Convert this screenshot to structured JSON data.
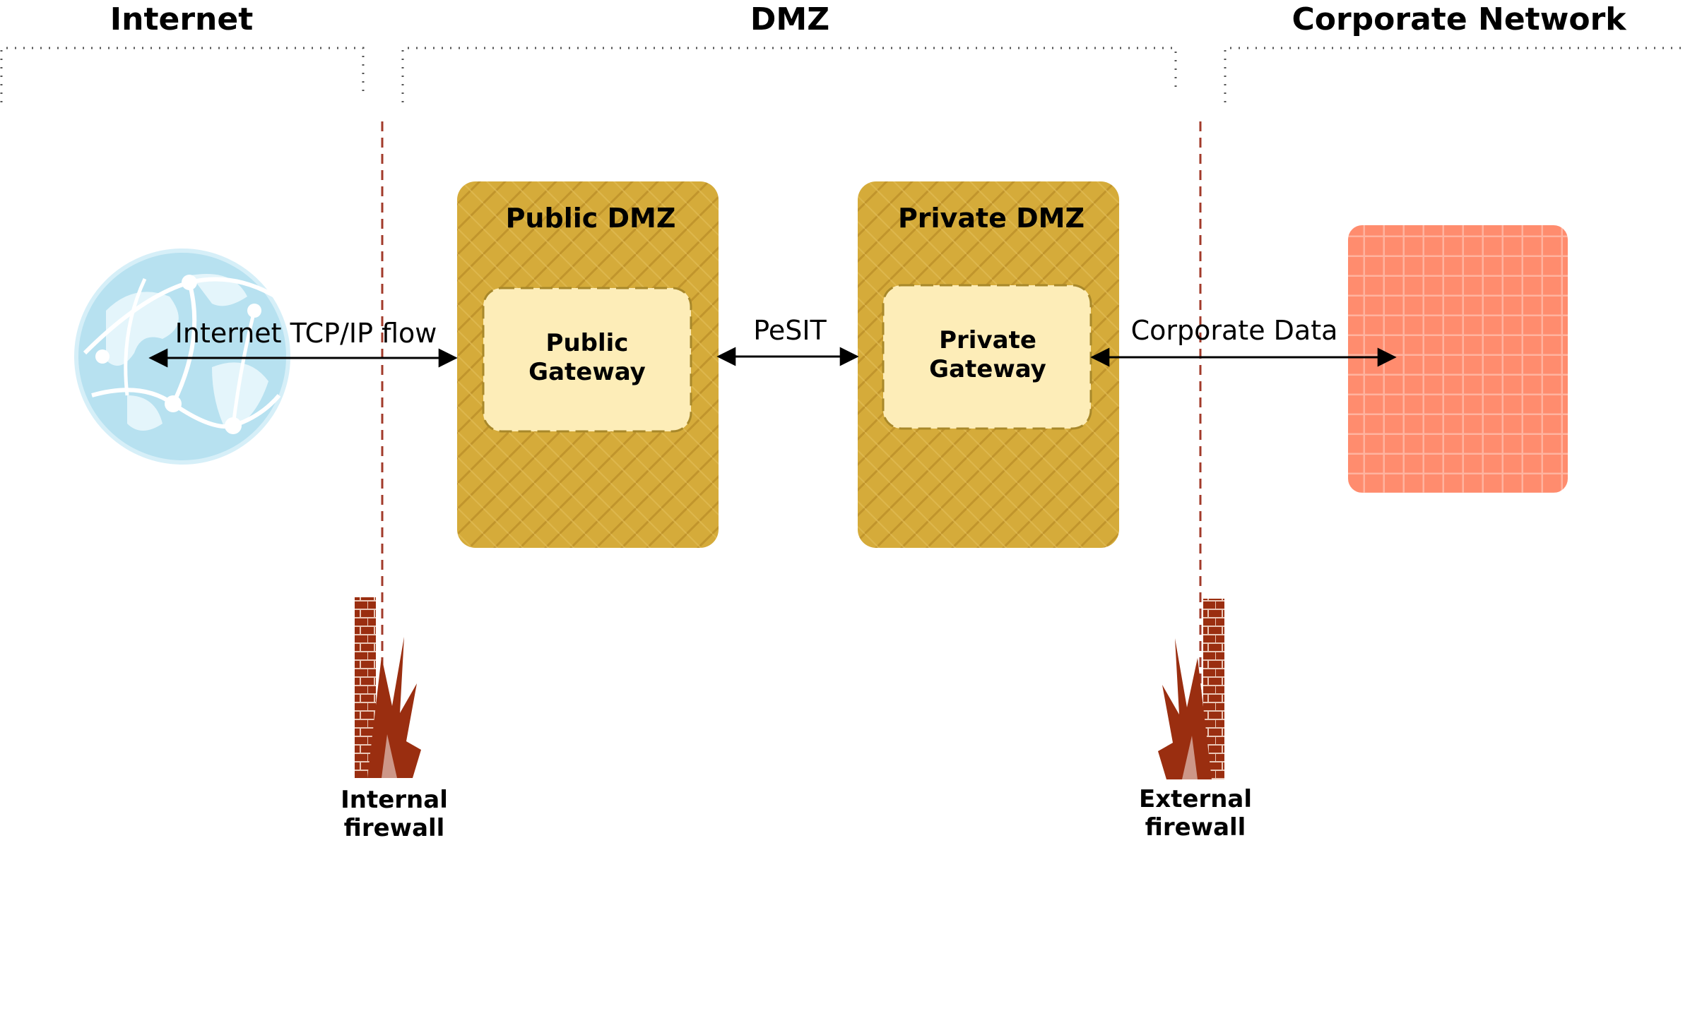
{
  "zones": {
    "internet": "Internet",
    "dmz": "DMZ",
    "corporate": "Corporate Network"
  },
  "public_dmz": {
    "title": "Public DMZ",
    "gateway_line1": "Public",
    "gateway_line2": "Gateway"
  },
  "private_dmz": {
    "title": "Private DMZ",
    "gateway_line1": "Private",
    "gateway_line2": "Gateway"
  },
  "flows": {
    "internet": "Internet TCP/IP flow",
    "pesit": "PeSIT",
    "corporate": "Corporate Data"
  },
  "firewalls": {
    "internal_line1": "Internal",
    "internal_line2": "firewall",
    "external_line1": "External",
    "external_line2": "firewall"
  },
  "colors": {
    "dmz_box": "#d5ab3a",
    "gateway": "#fdedb8",
    "corporate": "#ff8c6e",
    "firewall": "#9a2e10",
    "globe": "#b7e1f0"
  },
  "icons": {
    "internet": "globe-icon",
    "firewall": "firewall-icon",
    "corporate": "corporate-network-icon"
  }
}
